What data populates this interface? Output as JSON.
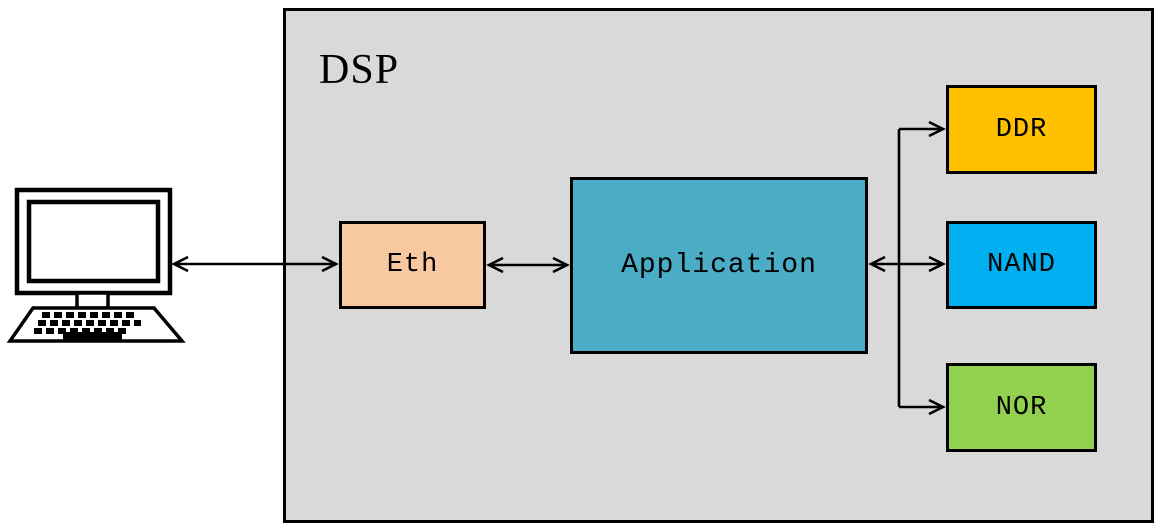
{
  "diagram": {
    "container": {
      "label": "DSP",
      "bg_color": "#D9D9D9"
    },
    "nodes": {
      "computer": {
        "label": "",
        "icon": "desktop-computer-icon"
      },
      "eth": {
        "label": "Eth",
        "bg_color": "#F8C8A0"
      },
      "application": {
        "label": "Application",
        "bg_color": "#4BACC6"
      },
      "ddr": {
        "label": "DDR",
        "bg_color": "#FFC000"
      },
      "nand": {
        "label": "NAND",
        "bg_color": "#00B0F0"
      },
      "nor": {
        "label": "NOR",
        "bg_color": "#92D050"
      }
    },
    "line_color": "#000000",
    "connections": [
      {
        "from": "computer",
        "to": "eth",
        "bidirectional": true
      },
      {
        "from": "eth",
        "to": "application",
        "bidirectional": true
      },
      {
        "from": "application",
        "to": "nand",
        "bidirectional": true
      },
      {
        "from": "application",
        "to": "ddr",
        "bidirectional": false
      },
      {
        "from": "application",
        "to": "nor",
        "bidirectional": false
      }
    ]
  }
}
